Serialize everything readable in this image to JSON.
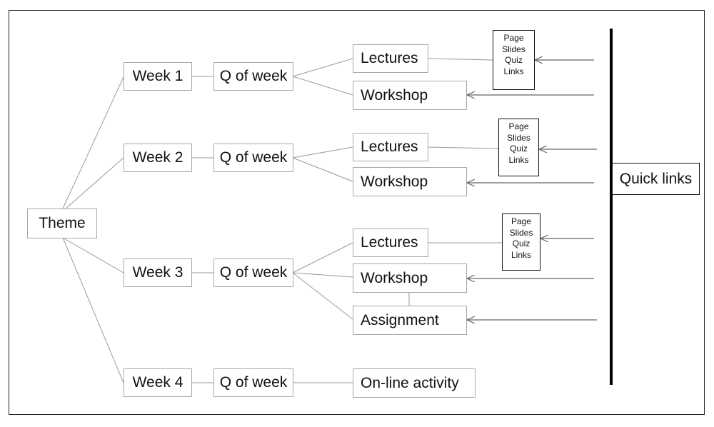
{
  "theme": "Theme",
  "quick_links": "Quick links",
  "weeks": [
    {
      "label": "Week 1",
      "question": "Q of week",
      "items": [
        "Lectures",
        "Workshop"
      ],
      "resources": [
        "Page",
        "Slides",
        "Quiz",
        "Links"
      ]
    },
    {
      "label": "Week 2",
      "question": "Q of week",
      "items": [
        "Lectures",
        "Workshop"
      ],
      "resources": [
        "Page",
        "Slides",
        "Quiz",
        "Links"
      ]
    },
    {
      "label": "Week 3",
      "question": "Q of week",
      "items": [
        "Lectures",
        "Workshop",
        "Assignment"
      ],
      "resources": [
        "Page",
        "Slides",
        "Quiz",
        "Links"
      ]
    },
    {
      "label": "Week 4",
      "question": "Q of week",
      "items": [
        "On-line activity"
      ]
    }
  ]
}
